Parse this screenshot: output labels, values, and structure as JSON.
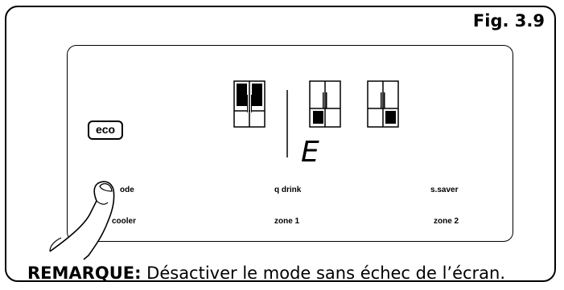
{
  "figure_label": "Fig. 3.9",
  "eco_label": "eco",
  "display_symbol": "E",
  "buttons_row1": {
    "mode": "ode",
    "q_drink": "q drink",
    "s_saver": "s.saver"
  },
  "buttons_row2": {
    "cooler": "cooler",
    "zone1": "zone 1",
    "zone2": "zone 2"
  },
  "note": {
    "label": "REMARQUE:",
    "text": " Désactiver le mode sans échec de l’écran."
  }
}
